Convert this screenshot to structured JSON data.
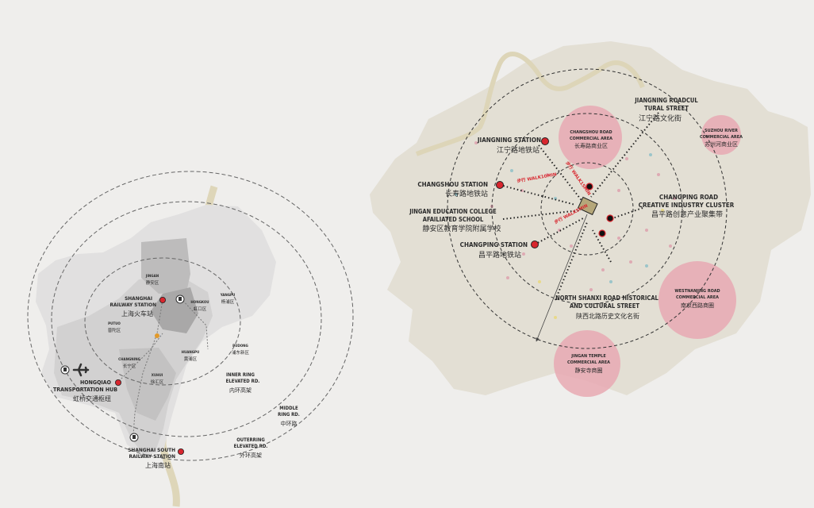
{
  "left_map": {
    "stations": [
      {
        "en": "SHANGHAI",
        "en2": "RAILWAY STATION",
        "cn": "上海火车站"
      },
      {
        "en": "HONGQIAO",
        "en2": "TRANSPORTATION HUB",
        "cn": "虹桥交通枢纽"
      },
      {
        "en": "SHANGHAI SOUTH",
        "en2": "RAILWAY STATION",
        "cn": "上海南站"
      }
    ],
    "districts": [
      {
        "en": "JINGAN",
        "cn": "静安区"
      },
      {
        "en": "HONGKOU",
        "cn": "虹口区"
      },
      {
        "en": "YANGPU",
        "cn": "杨浦区"
      },
      {
        "en": "PUTUO",
        "cn": "普陀区"
      },
      {
        "en": "CHANGNING",
        "cn": "长宁区"
      },
      {
        "en": "HUANGPU",
        "cn": "黄浦区"
      },
      {
        "en": "PUDONG",
        "cn": "浦东新区"
      },
      {
        "en": "XUHUI",
        "cn": "徐汇区"
      }
    ],
    "roads": [
      {
        "en": "INNER RING",
        "en2": "ELEVATED RD.",
        "cn": "内环高架"
      },
      {
        "en": "MIDDLE",
        "en2": "RING RD.",
        "cn": "中环路"
      },
      {
        "en": "OUTERRING",
        "en2": "ELEVATED RD.",
        "cn": "外环高架"
      }
    ]
  },
  "right_map": {
    "jiangning_rd": {
      "en": "JIANGNING ROADCUL",
      "en2": "TURAL STREET",
      "cn": "江宁路文化街"
    },
    "jiangning_station": {
      "en": "JIANGNING STATION",
      "cn": "江宁路地铁站"
    },
    "changshou_area": {
      "en": "CHANGSHOU ROAD",
      "en2": "COMMERCIAL AREA",
      "cn": "长寿路商业区"
    },
    "suzhou": {
      "en": "SUZHOU RIVER",
      "en2": "COMMERCIAL AREA",
      "cn": "苏州河商业区"
    },
    "changshou_station": {
      "en": "CHANGSHOU STATION",
      "cn": "长寿路地铁站"
    },
    "school": {
      "en": "JINGAN EDUCATION COLLEGE",
      "en2": "AFAILIATED SCHOOL",
      "cn": "静安区教育学院附属学校"
    },
    "changping_station": {
      "en": "CHANGPING STATION",
      "cn": "昌平路地铁站"
    },
    "changping_cluster": {
      "en": "CHANGPING ROAD",
      "en2": "CREATIVE INDUSTRY CLUSTER",
      "cn": "昌平路创意产业聚集带"
    },
    "nanjing": {
      "en": "WESTNANJING ROAD",
      "en2": "COMMERCIAL AREA",
      "cn": "南京西路商圈"
    },
    "shanxi": {
      "en": "NORTH SHANXI ROAD HISTORICAL",
      "en2": "AND CULTURAL STREET",
      "cn": "陕西北路历史文化名街"
    },
    "jingan_temple": {
      "en": "JINGAN TEMPLE",
      "en2": "COMMERCIAL AREA",
      "cn": "静安寺商圈"
    },
    "walk_labels": [
      "步行 WALK5MIN",
      "步行 WALK10MIN",
      "步行 WALK15MIN"
    ]
  },
  "colors": {
    "red": "#d8262e",
    "pink": "#e7a9b3",
    "land": "#e3dfd4",
    "river": "#ddd5b8"
  }
}
